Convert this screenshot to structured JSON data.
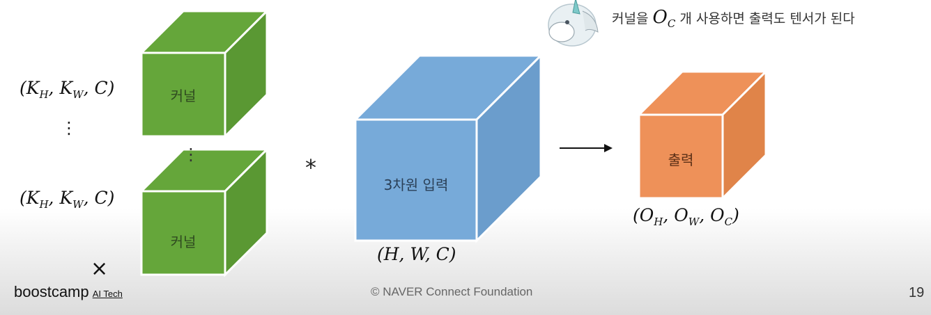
{
  "slide": {
    "note": {
      "prefix": "커널을",
      "symbol": "O",
      "symbol_sub": "C",
      "suffix": "개 사용하면 출력도 텐서가 된다"
    },
    "kernel_cube_1": {
      "label": "커널",
      "color": "#65a63a"
    },
    "kernel_cube_2": {
      "label": "커널",
      "color": "#65a63a"
    },
    "input_cube": {
      "label": "3차원 입력",
      "color": "#77aad9"
    },
    "output_cube": {
      "label": "출력",
      "color": "#ee9159"
    },
    "kernel_dims_1": {
      "open": "(",
      "a": "K",
      "a_sub": "H",
      "b": "K",
      "b_sub": "W",
      "c": "C",
      "close": ")"
    },
    "kernel_dims_2": {
      "open": "(",
      "a": "K",
      "a_sub": "H",
      "b": "K",
      "b_sub": "W",
      "c": "C",
      "close": ")"
    },
    "input_dims": {
      "text": "(H, W, C)"
    },
    "output_dims": {
      "open": "(",
      "a": "O",
      "a_sub": "H",
      "b": "O",
      "b_sub": "W",
      "c": "O",
      "c_sub": "C",
      "close": ")"
    },
    "operator": "*",
    "vertical_ellipsis": "⋮"
  },
  "footer": {
    "logo": "boostcamp",
    "logo_sub": "AI Tech",
    "copyright": "©  NAVER Connect Foundation",
    "page_number": "19",
    "close_glyph": "×"
  }
}
